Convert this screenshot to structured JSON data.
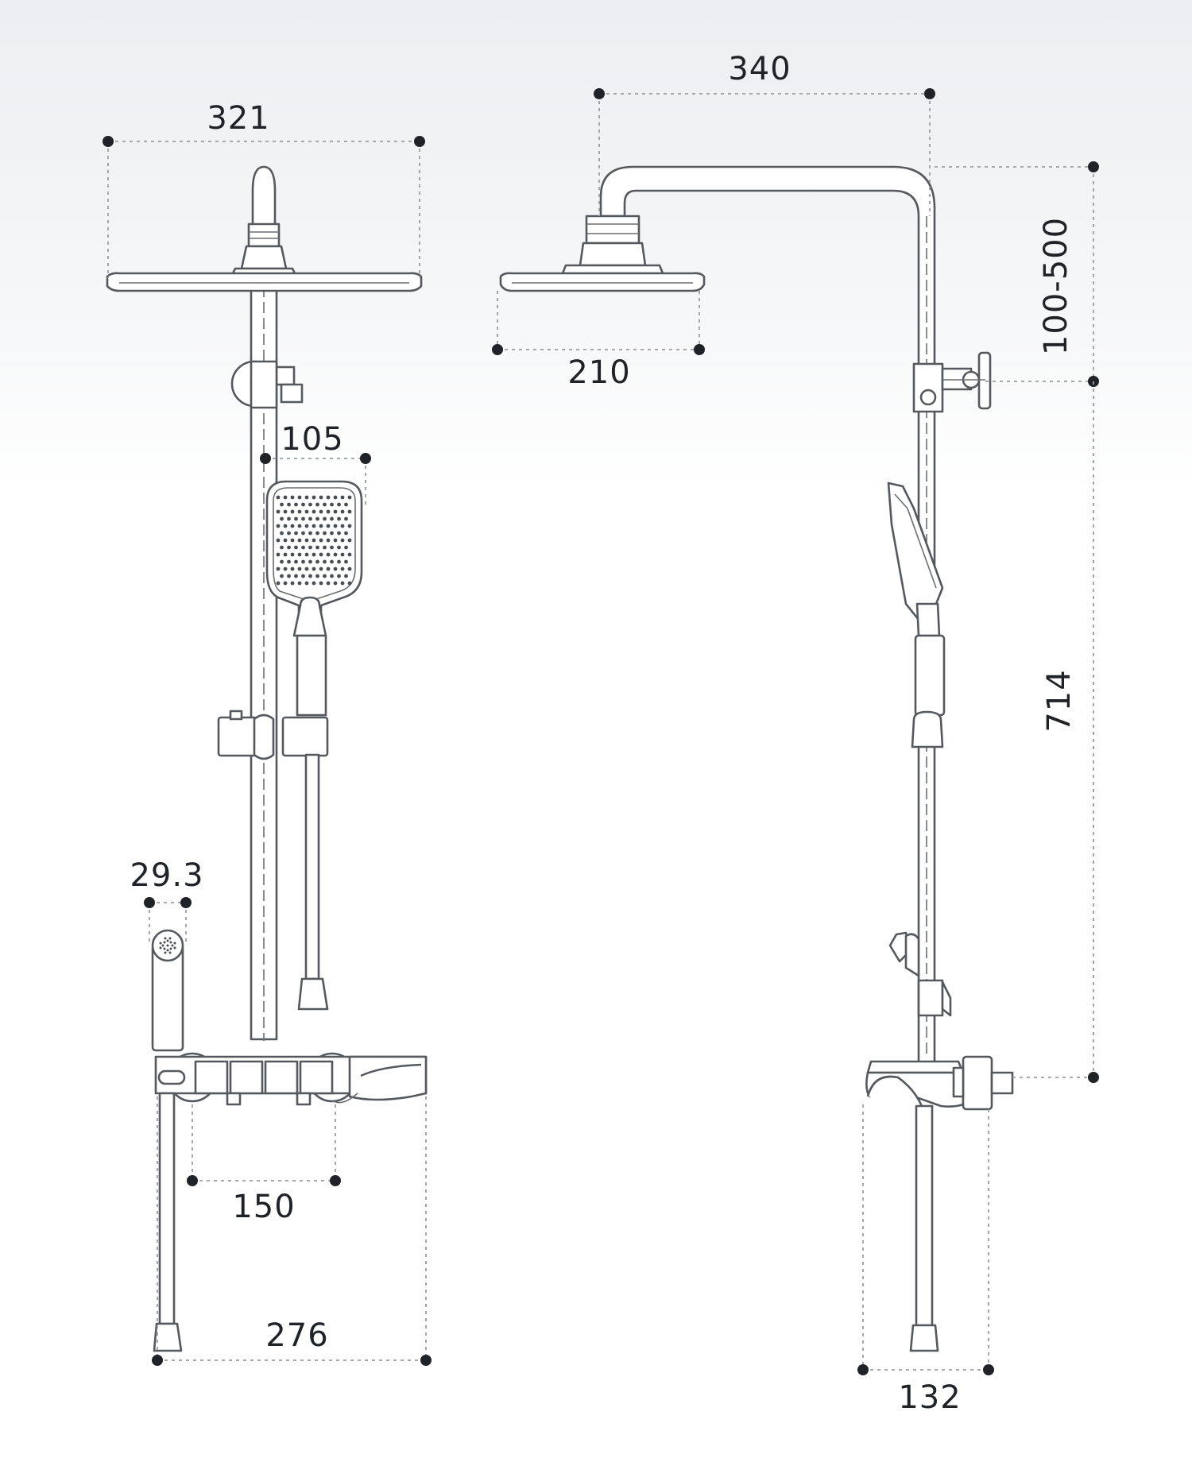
{
  "dimensions": {
    "overhead_width": "321",
    "arm_length": "340",
    "side_head_width": "210",
    "height_range": "100-500",
    "hand_shower_width": "105",
    "total_height": "714",
    "handheld_diameter": "29.3",
    "inlet_spacing": "150",
    "mixer_width": "276",
    "depth": "132"
  },
  "colors": {
    "outline": "#55585d",
    "dimension_dot": "#1f2226",
    "dimension_line": "#9a9da2",
    "background_top": "#eceef1"
  }
}
